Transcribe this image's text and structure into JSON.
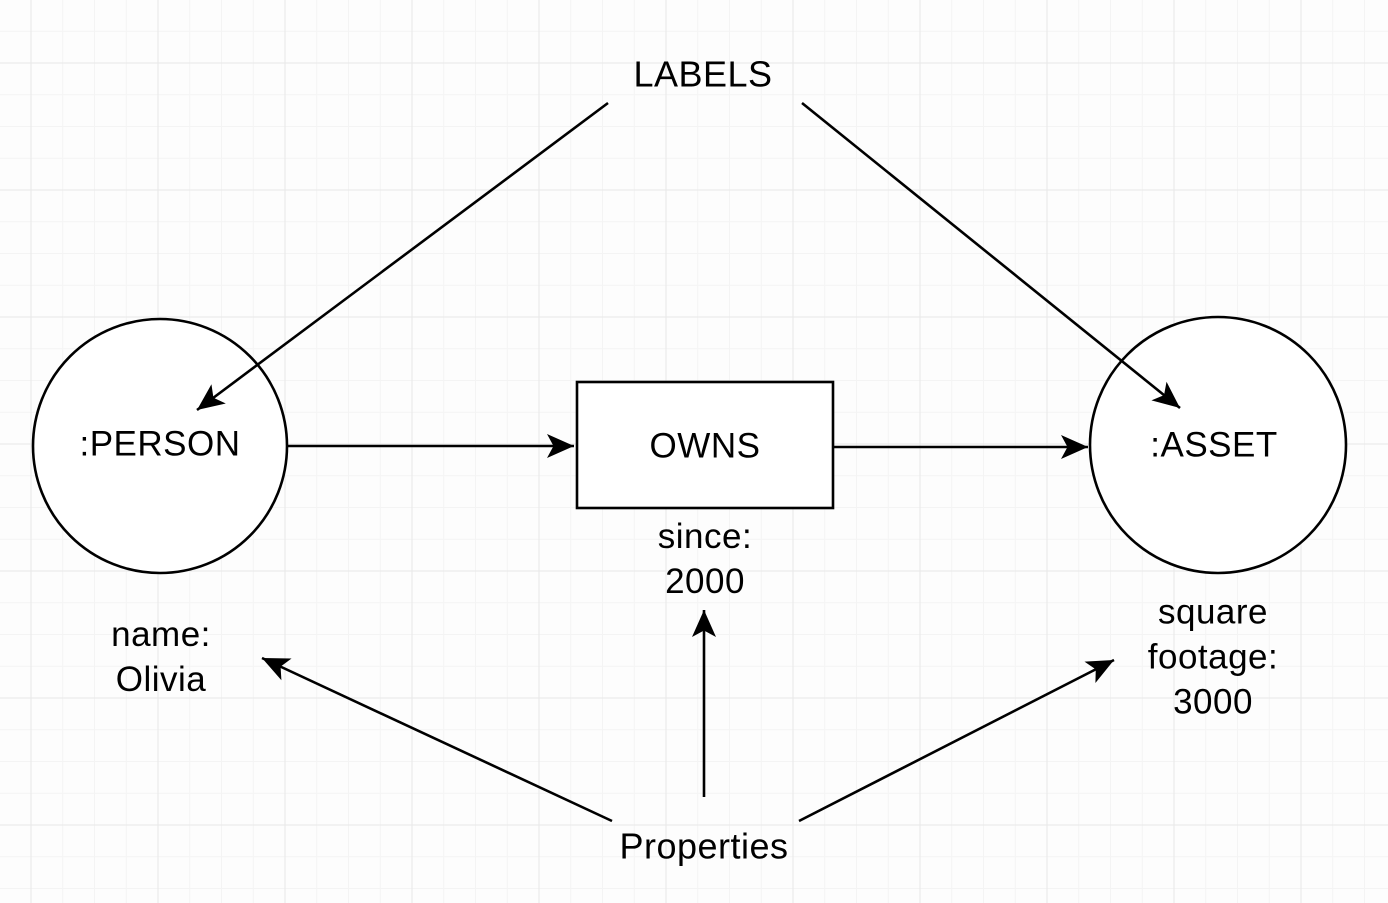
{
  "colors": {
    "background": "#fdfdfd",
    "grid_minor": "#f4f4f4",
    "grid_major": "#e8e8e8",
    "stroke": "#000000",
    "shape_fill": "#ffffff",
    "text": "#000000"
  },
  "diagram": {
    "annotations": {
      "labels": "LABELS",
      "properties": "Properties"
    },
    "nodes": [
      {
        "id": "person",
        "label": ":PERSON",
        "property": "name:\nOlivia"
      },
      {
        "id": "asset",
        "label": ":ASSET",
        "property": "square\nfootage:\n3000"
      }
    ],
    "relationship": {
      "label": "OWNS",
      "property": "since:\n2000"
    }
  }
}
